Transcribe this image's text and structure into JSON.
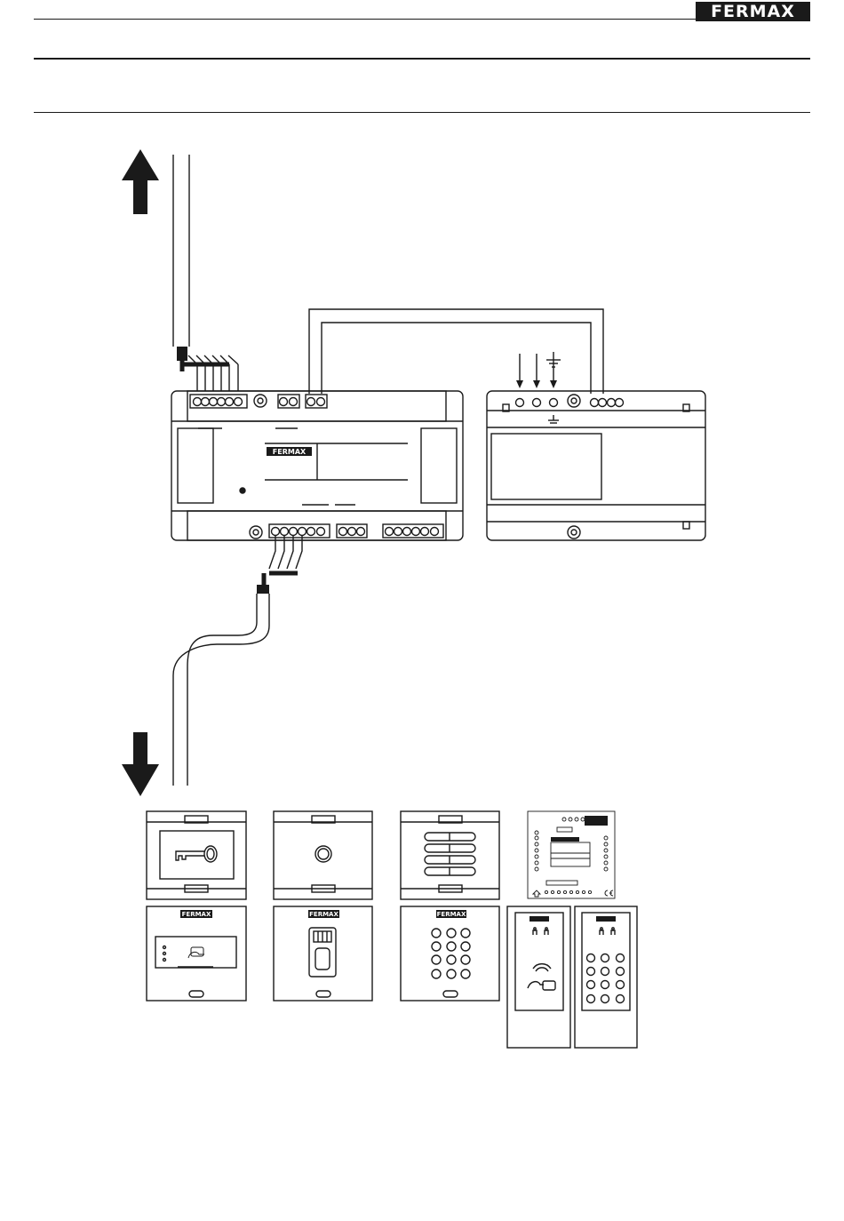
{
  "header": {
    "brand_logo_text": "FERMAX"
  },
  "device_labels": {
    "controller_logo": "FERMAX",
    "reader_logo": "FERMAX",
    "fingerprint_logo": "FERMAX",
    "keypad_logo": "FERMAX",
    "remote_logo": "FERMAX"
  },
  "icons": [
    "arrow-up-icon",
    "arrow-down-icon",
    "ground-icon",
    "key-icon",
    "card-hand-icon",
    "ce-mark-icon"
  ]
}
